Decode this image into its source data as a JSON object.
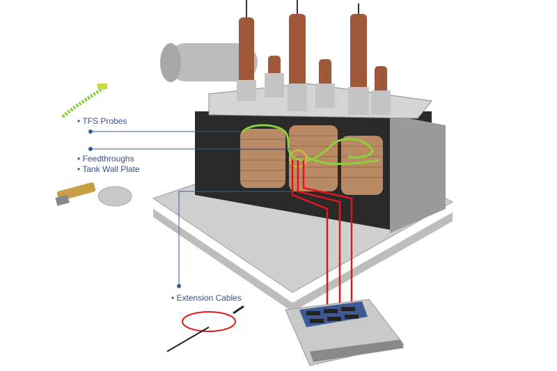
{
  "labels": {
    "tfs_probes": "• TFS Probes",
    "feedthroughs": "• Feedthroughs",
    "tank_wall_plate": "• Tank Wall Plate",
    "extension_cables": "• Extension Cables"
  },
  "colors": {
    "label": "#3b4f8c",
    "leader_line": "#3b5a96",
    "fiber": "#e0161c",
    "probe": "#8bd13a",
    "tank": "#c9c9c9",
    "bushing": "#a0583a",
    "coil": "#b98a64"
  }
}
